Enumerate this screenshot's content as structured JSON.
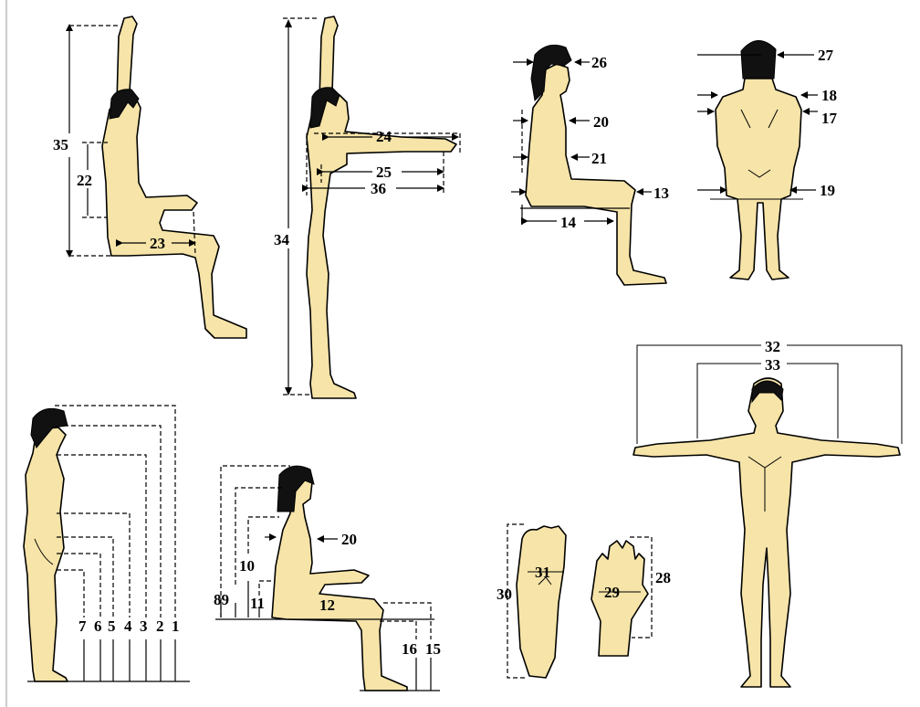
{
  "labels": {
    "l1": "1",
    "l2": "2",
    "l3": "3",
    "l4": "4",
    "l5": "5",
    "l6": "6",
    "l7": "7",
    "l8": "8",
    "l9": "9",
    "l10": "10",
    "l11": "11",
    "l12": "12",
    "l13": "13",
    "l14": "14",
    "l15": "15",
    "l16": "16",
    "l17": "17",
    "l18": "18",
    "l19": "19",
    "l20a": "20",
    "l20b": "20",
    "l21": "21",
    "l22": "22",
    "l23": "23",
    "l24": "24",
    "l25": "25",
    "l26": "26",
    "l27": "27",
    "l28": "28",
    "l29": "29",
    "l30": "30",
    "l31": "31",
    "l32": "32",
    "l33": "33",
    "l34": "34",
    "l35": "35",
    "l36": "36"
  },
  "colors": {
    "skin": "#f6e4a8",
    "hair": "#111111",
    "lines": "#000000"
  }
}
